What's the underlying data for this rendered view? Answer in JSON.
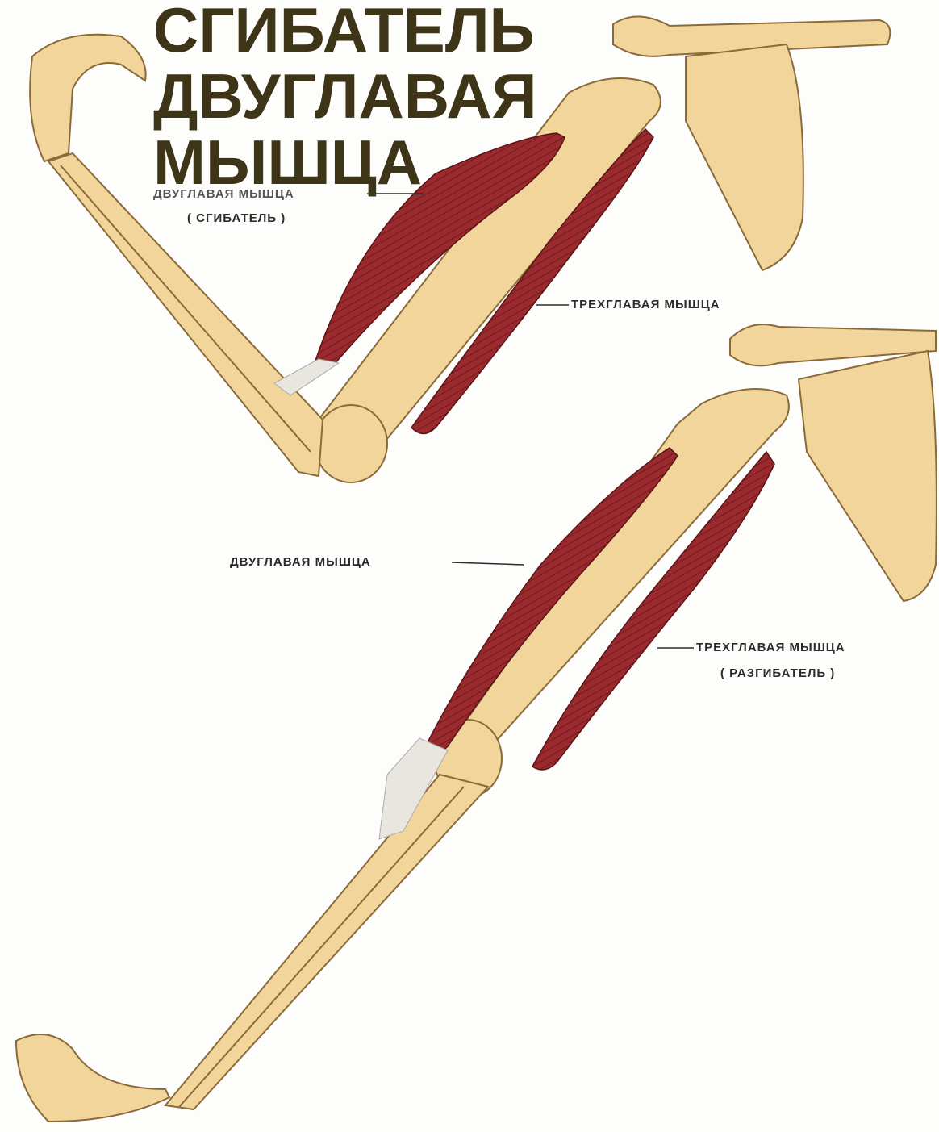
{
  "headline": {
    "line1": "СГИБАТЕЛЬ",
    "line2": "ДВУГЛАВАЯ",
    "line3": "МЫШЦА"
  },
  "labels": {
    "flexed_biceps": "ДВУГЛАВАЯ МЫШЦА",
    "flexed_biceps_note": "( СГИБАТЕЛЬ )",
    "flexed_triceps": "ТРЕХГЛАВАЯ МЫШЦА",
    "extended_biceps": "ДВУГЛАВАЯ МЫШЦА",
    "extended_triceps": "ТРЕХГЛАВАЯ МЫШЦА",
    "extended_triceps_note": "( РАЗГИБАТЕЛЬ )"
  },
  "colors": {
    "bone": "#f2d59a",
    "bone_outline": "#8a6a3a",
    "muscle": "#9a2a2e",
    "muscle_stripe": "#6d1a1e",
    "tendon": "#e9e6e0",
    "headline": "#3e3417"
  }
}
